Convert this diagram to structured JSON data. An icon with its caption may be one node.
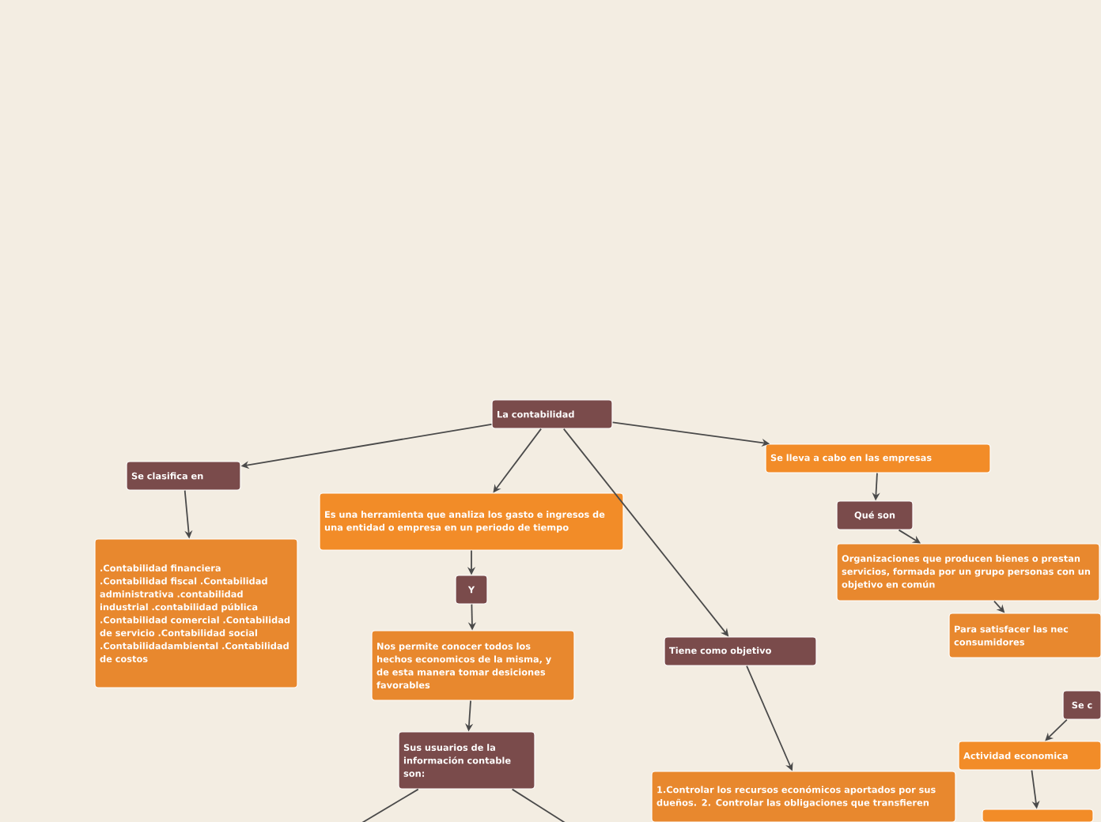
{
  "diagram": {
    "nodes": [
      {
        "text": [
          "La contabilidad"
        ]
      },
      {
        "text": [
          "Se clasifica en"
        ]
      },
      {
        "text": [
          ".Contabilidad financiera .Contabilidad fiscal .Contabilidad administrativa .contabilidad industrial .contabilidad pública .Contabilidad comercial .Contabilidad de servicio .Contabilidad social .Contabilidadambiental .Contabilidad de costos"
        ]
      },
      {
        "text": [
          "Es una herramienta que analiza los gasto e ingresos de  una entidad o empresa en un periodo de tiempo"
        ]
      },
      {
        "text": [
          "Y"
        ]
      },
      {
        "text": [
          "Nos permite conocer todos los hechos economicos de la misma, y de esta manera tomar desiciones favorables"
        ]
      },
      {
        "text": [
          "Sus usuarios de la información contable son:"
        ]
      },
      {
        "text": [
          "Se lleva a cabo en las empresas"
        ]
      },
      {
        "text": [
          "Qué son"
        ]
      },
      {
        "text": [
          "Organizaciones que producen bienes o prestan servicios, formada por un grupo personas con un objetivo en común"
        ]
      },
      {
        "text": [
          "Para satisfacer las nec consumidores"
        ]
      },
      {
        "text": [
          "Tiene como objetivo"
        ]
      },
      {
        "text": [
          "Se c"
        ]
      },
      {
        "text": [
          "Actividad economica"
        ]
      },
      {
        "text": [
          "1.Controlar los recursos económicos aportados por sus dueños. 2. Controlar las obligaciones que transfieren"
        ]
      },
      {
        "text": [],
        "shape": "box"
      }
    ],
    "edges": [
      {
        "from": 0,
        "to": 1,
        "arrow": "to"
      },
      {
        "from": 0,
        "to": 3,
        "arrow": "to"
      },
      {
        "from": 0,
        "to": 7,
        "arrow": "to"
      },
      {
        "from": 0,
        "to": 11,
        "arrow": "to"
      },
      {
        "from": 1,
        "to": 2,
        "arrow": "to"
      },
      {
        "from": 3,
        "to": 4,
        "arrow": "to"
      },
      {
        "from": 4,
        "to": 5,
        "arrow": "to"
      },
      {
        "from": 5,
        "to": 6,
        "arrow": "to"
      },
      {
        "from": 6,
        "to": null,
        "arrow": "none"
      },
      {
        "from": 6,
        "to": null,
        "arrow": "none"
      },
      {
        "from": 7,
        "to": 8,
        "arrow": "to"
      },
      {
        "from": 8,
        "to": 9,
        "arrow": "to"
      },
      {
        "from": 9,
        "to": 10,
        "arrow": "to"
      },
      {
        "from": 11,
        "to": 14,
        "arrow": "to"
      },
      {
        "from": 12,
        "to": 13,
        "arrow": "to"
      },
      {
        "from": 13,
        "to": 15,
        "arrow": "to"
      }
    ]
  }
}
